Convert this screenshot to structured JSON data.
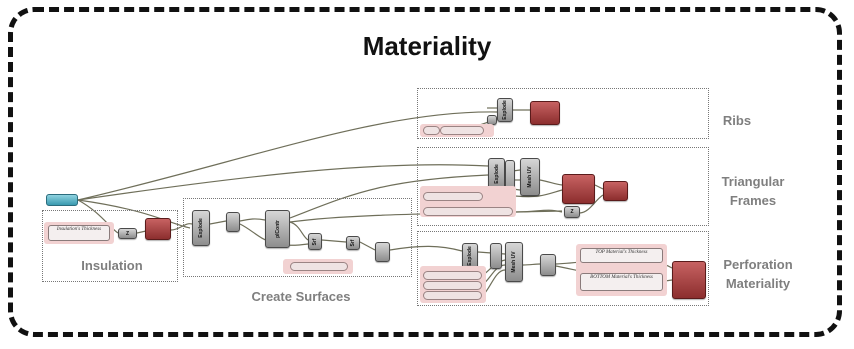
{
  "title": "Materiality",
  "groups": {
    "ribs": "Ribs",
    "triangular_frames": "Triangular Frames",
    "insulation": "Insulation",
    "create_surfaces": "Create Surfaces",
    "perforation_materiality": "Perforation Materiality"
  },
  "nodes": {
    "insulation_panel": "Insulation's Thickness",
    "top_panel": "TOP Material's Thickness",
    "bottom_panel": "BOTTOM Material's Thickness",
    "explode_1": "Explode",
    "explode_2": "Explode",
    "explode_3": "Explode",
    "explode_4": "Explode",
    "mesh_uv_1": "Mesh UV",
    "mesh_uv_2": "Mesh UV",
    "srf_1": "Srf",
    "srf_2": "Srf",
    "pl_contour": "plContr",
    "z_label": "Z"
  },
  "colors": {
    "frame": "#111111",
    "title": "#111111",
    "group_label": "#7f7f7f",
    "node_grey": "#a8a8a8",
    "node_red": "#b04545",
    "param_cyan": "#5fb8cc",
    "wire": "#6f6f5a"
  }
}
